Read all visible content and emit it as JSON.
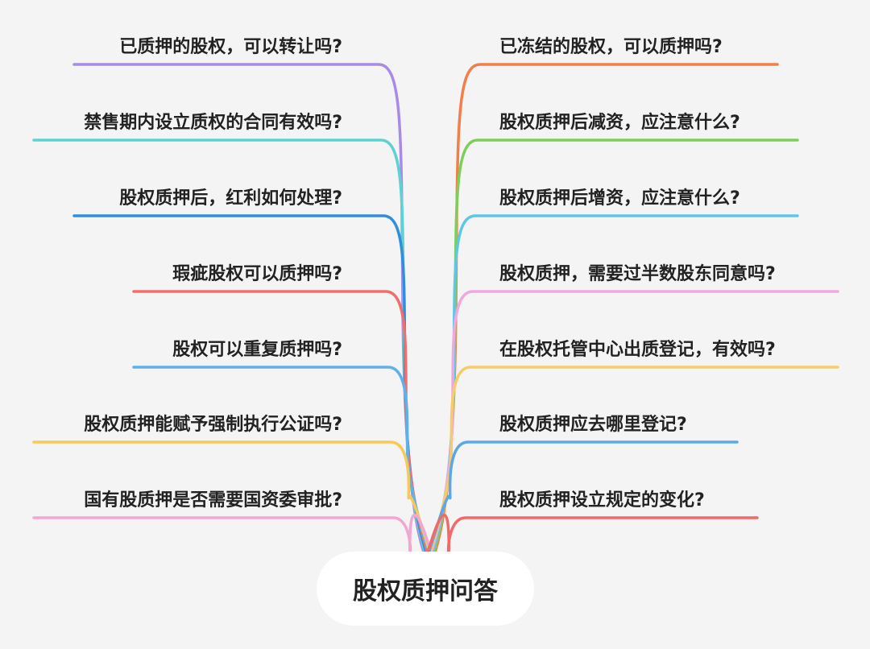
{
  "root": {
    "label": "股权质押问答"
  },
  "left_branches": [
    {
      "label": "已质押的股权，可以转让吗?",
      "color": "#a98be6"
    },
    {
      "label": "禁售期内设立质权的合同有效吗?",
      "color": "#5cd3d3"
    },
    {
      "label": "股权质押后，红利如何处理?",
      "color": "#2f8fdc"
    },
    {
      "label": "瑕疵股权可以质押吗?",
      "color": "#f26d6d"
    },
    {
      "label": "股权可以重复质押吗?",
      "color": "#5fb1ea"
    },
    {
      "label": "股权质押能赋予强制执行公证吗?",
      "color": "#f7c95a"
    },
    {
      "label": "国有股质押是否需要国资委审批?",
      "color": "#f4a6d2"
    }
  ],
  "right_branches": [
    {
      "label": "已冻结的股权，可以质押吗?",
      "color": "#f27f4a"
    },
    {
      "label": "股权质押后减资，应注意什么?",
      "color": "#7fce5a"
    },
    {
      "label": "股权质押后增资，应注意什么?",
      "color": "#5ec7e6"
    },
    {
      "label": "股权质押，需要过半数股东同意吗?",
      "color": "#f0a8e0"
    },
    {
      "label": "在股权托管中心出质登记，有效吗?",
      "color": "#f7cb66"
    },
    {
      "label": "股权质押应去哪里登记?",
      "color": "#5aa8e8"
    },
    {
      "label": "股权质押设立规定的变化?",
      "color": "#f06a6a"
    }
  ]
}
